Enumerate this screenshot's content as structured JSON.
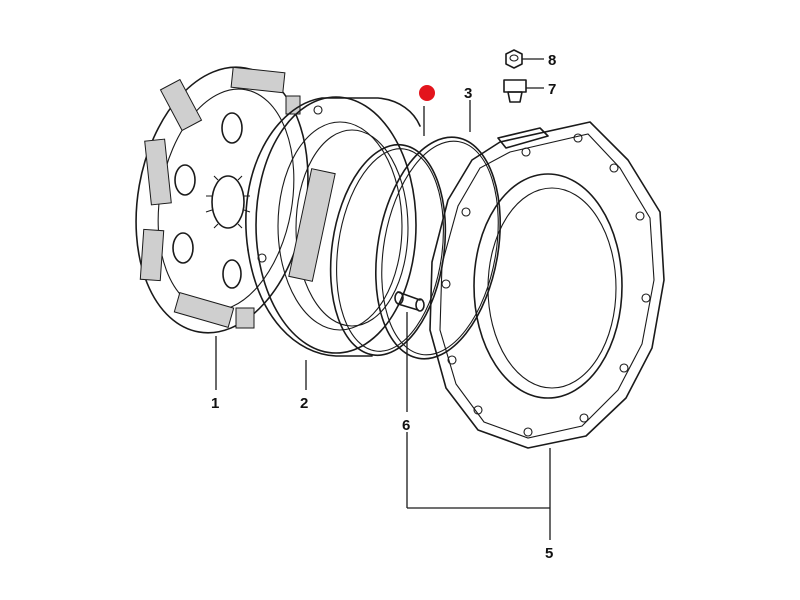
{
  "callouts": [
    {
      "id": "1",
      "label": "1"
    },
    {
      "id": "2",
      "label": "2"
    },
    {
      "id": "3",
      "label": "3"
    },
    {
      "id": "5",
      "label": "5"
    },
    {
      "id": "6",
      "label": "6"
    },
    {
      "id": "7",
      "label": "7"
    },
    {
      "id": "8",
      "label": "8"
    }
  ],
  "colors": {
    "line": "#1a1a1a",
    "marker": "#e3141c",
    "background": "#ffffff"
  }
}
